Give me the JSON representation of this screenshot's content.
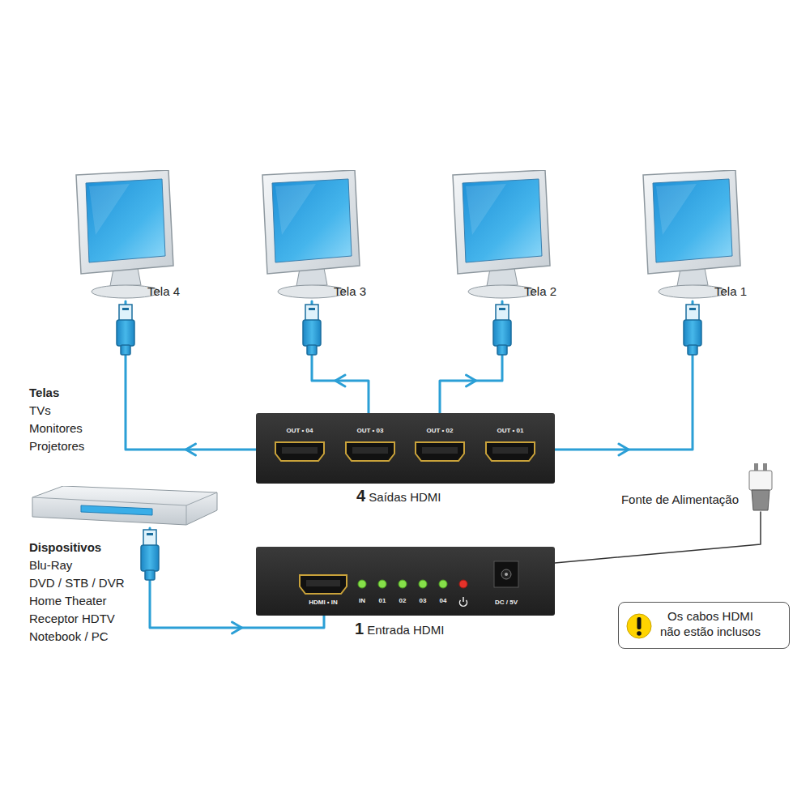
{
  "diagram": {
    "nodes": [
      {
        "text": [
          "Tela 4"
        ]
      },
      {
        "text": [
          "Tela 3"
        ]
      },
      {
        "text": [
          "Tela 2"
        ]
      },
      {
        "text": [
          "Tela 1"
        ]
      },
      {
        "text": [
          "OUT • 04",
          "OUT • 03",
          "OUT • 02",
          "OUT • 01",
          "4 Saídas HDMI"
        ]
      },
      {
        "text": [
          "HDMI • IN",
          "IN",
          "01",
          "02",
          "03",
          "04",
          "DC / 5V",
          "1 Entrada HDMI"
        ]
      },
      {
        "text": [
          "Dispositivos",
          "Blu-Ray",
          "DVD / STB / DVR",
          "Home Theater",
          "Receptor HDTV",
          "Notebook / PC"
        ]
      },
      {
        "text": [
          "Fonte de Alimentação"
        ]
      },
      {
        "text": [
          "Os cabos HDMI não estão inclusos"
        ]
      }
    ],
    "edges": [
      {
        "from": 4,
        "to": 0,
        "arrow": "to"
      },
      {
        "from": 4,
        "to": 1,
        "arrow": "to"
      },
      {
        "from": 4,
        "to": 2,
        "arrow": "to"
      },
      {
        "from": 4,
        "to": 3,
        "arrow": "to"
      },
      {
        "from": 6,
        "to": 5,
        "arrow": "to"
      },
      {
        "from": 7,
        "to": 5,
        "arrow": "none"
      }
    ],
    "labels": [
      "Telas",
      "TVs",
      "Monitores",
      "Projetores"
    ]
  }
}
